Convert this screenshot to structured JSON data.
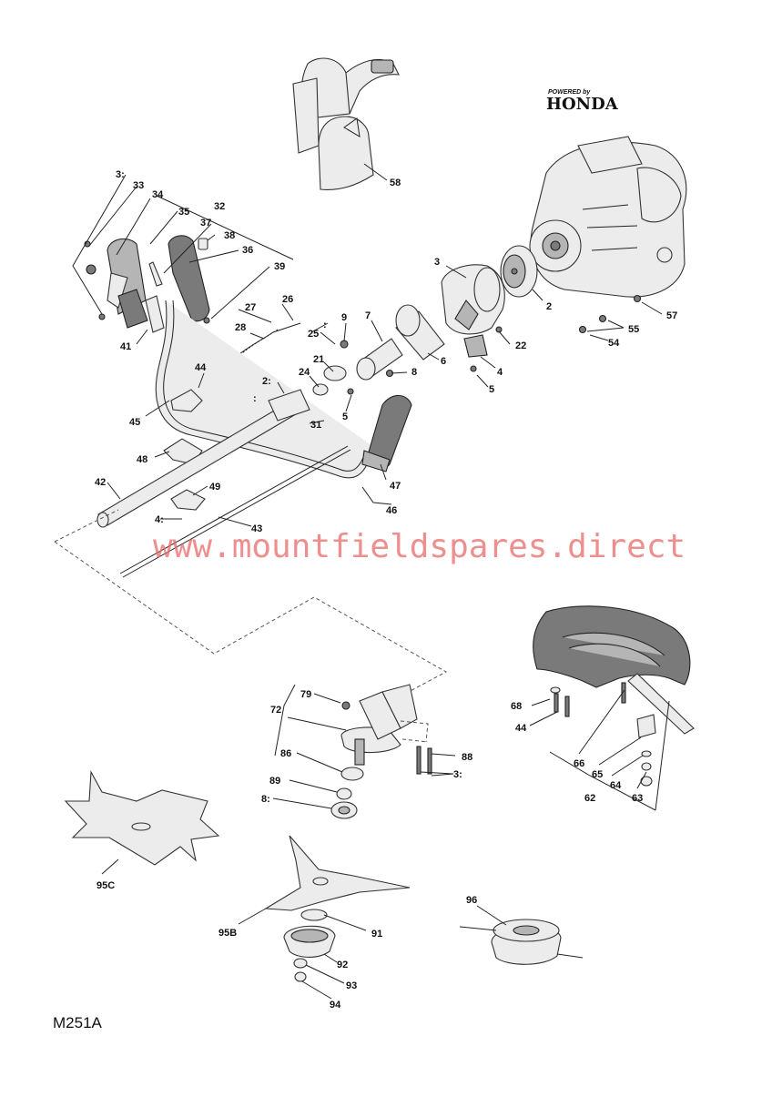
{
  "brand": {
    "powered_by": "POWERED by",
    "name": "HONDA"
  },
  "watermark": "www.mountfieldspares.direct",
  "diagram_code": "M251A",
  "callouts": {
    "c58": "58",
    "c3a": "3:",
    "c33": "33",
    "c34": "34",
    "c35": "35",
    "c32": "32",
    "c37": "37",
    "c38": "38",
    "c36": "36",
    "c39": "39",
    "c41": "41",
    "c27": "27",
    "c26": "26",
    "c28": "28",
    "c25": "25",
    "c1a": ":",
    "c9": "9",
    "c7": "7",
    "c3": "3",
    "c2": "2",
    "c57": "57",
    "c55": "55",
    "c54": "54",
    "c22": "22",
    "c6": "6",
    "c4": "4",
    "c5a": "5",
    "c5b": "5",
    "c8": "8",
    "c21": "21",
    "c24": "24",
    "c2a": "2:",
    "c1b": ":",
    "c44a": "44",
    "c45": "45",
    "c31": "31",
    "c48": "48",
    "c49": "49",
    "c42": "42",
    "c47": "47",
    "c46": "46",
    "c4a": "4:",
    "c43": "43",
    "c79": "79",
    "c72": "72",
    "c86": "86",
    "c88": "88",
    "c3b": "3:",
    "c89": "89",
    "c8a": "8:",
    "c68": "68",
    "c44b": "44",
    "c66": "66",
    "c65": "65",
    "c64": "64",
    "c63": "63",
    "c62": "62",
    "c95C": "95C",
    "c95B": "95B",
    "c91": "91",
    "c92": "92",
    "c93": "93",
    "c94": "94",
    "c96": "96"
  }
}
